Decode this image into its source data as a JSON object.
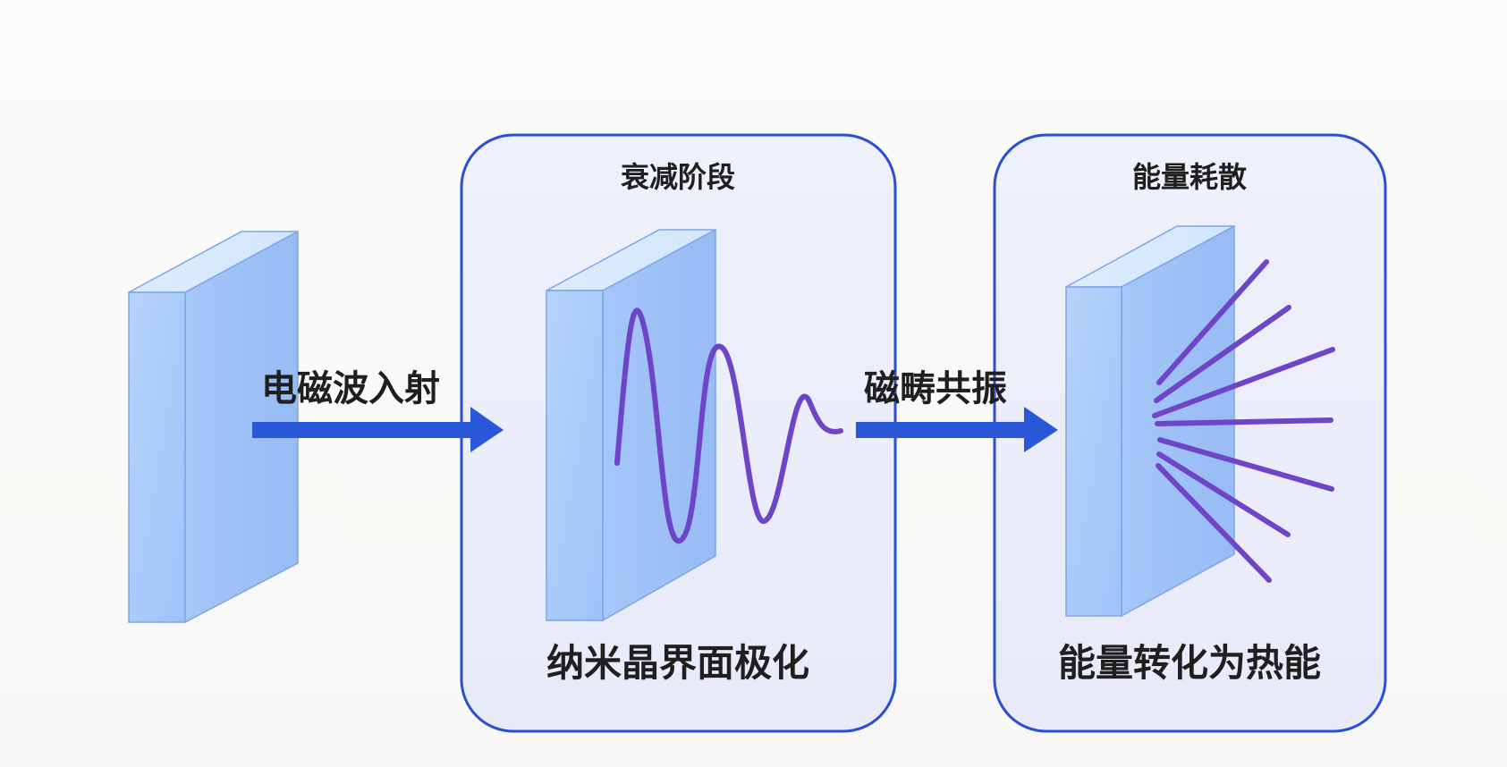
{
  "diagram": {
    "arrow1_label": "电磁波入射",
    "arrow2_label": "磁畴共振",
    "stage1": {
      "title": "衰减阶段",
      "caption": "纳米晶界面极化"
    },
    "stage2": {
      "title": "能量耗散",
      "caption": "能量转化为热能"
    },
    "colors": {
      "frame": "#2a4fd0",
      "arrow": "#2a56d8",
      "slab_front": "#a9c8f5",
      "slab_side": "#9bbcf2",
      "slab_top": "#d7e8fb",
      "wave": "#6e45c8",
      "rays": "#6e45c8",
      "panel_fill": "#eceef9"
    }
  }
}
